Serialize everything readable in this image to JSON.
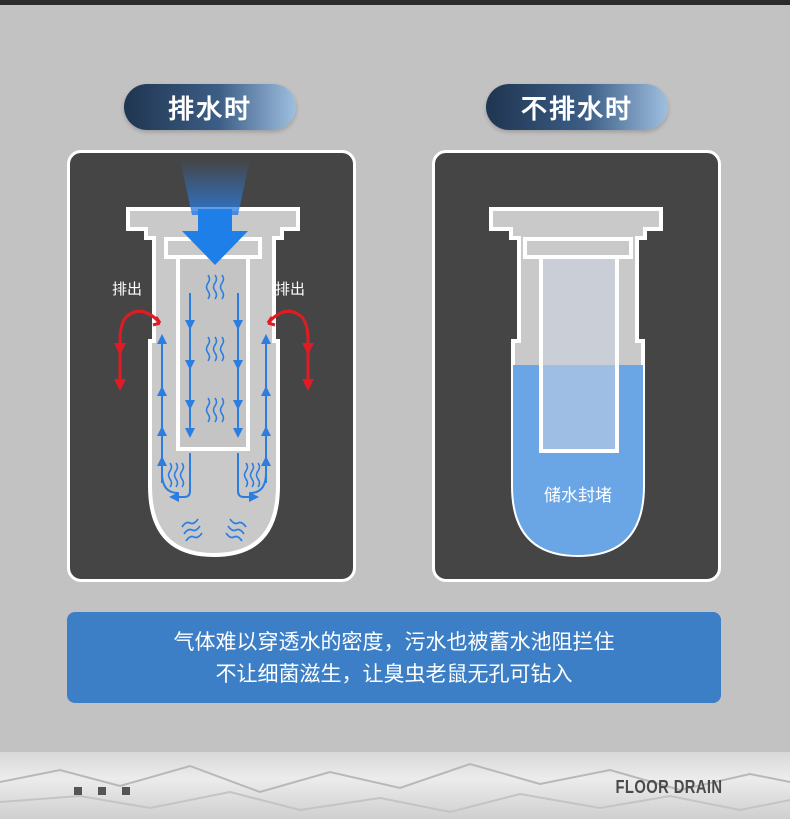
{
  "left_panel": {
    "title": "排水时",
    "outlet_label_left": "排出",
    "outlet_label_right": "排出"
  },
  "right_panel": {
    "title": "不排水时",
    "water_label": "储水封堵"
  },
  "info_box": {
    "line1": "气体难以穿透水的密度，污水也被蓄水池阻拦住",
    "line2": "不让细菌滋生，让臭虫老鼠无孔可钻入"
  },
  "footer": {
    "brand": "FLOOR DRAIN"
  },
  "colors": {
    "background": "#c2c2c2",
    "panel": "#454545",
    "flow_arrow": "#2b7de0",
    "outlet_arrow": "#e01b24",
    "water": "#6aa6e6",
    "info_box": "#3c7fc6"
  }
}
